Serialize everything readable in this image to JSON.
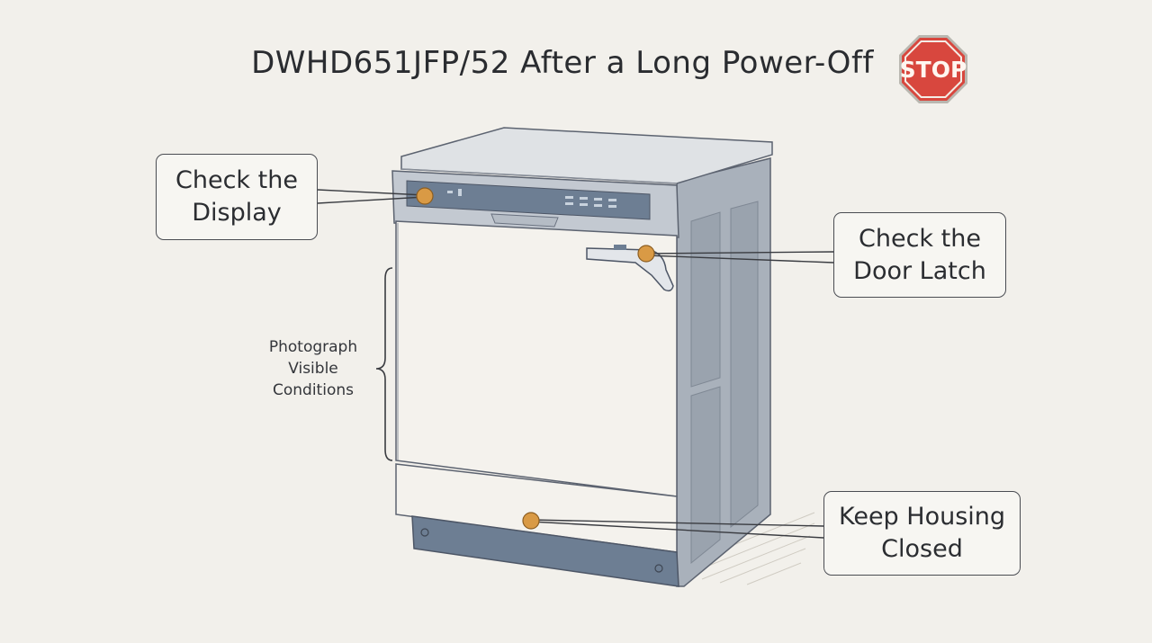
{
  "title": "DWHD651JFP/52 After a Long Power-Off",
  "stop_sign": {
    "text": "STOP",
    "color": "#d8473e"
  },
  "callouts": {
    "display": [
      "Check the",
      "Display"
    ],
    "door_latch": [
      "Check the",
      "Door Latch"
    ],
    "housing": [
      "Keep Housing",
      "Closed"
    ]
  },
  "side_label": [
    "Photograph",
    "Visible",
    "Conditions"
  ],
  "colors": {
    "background": "#f2f0eb",
    "marker": "#d99a45",
    "panel": "#6d7e93",
    "body_side": "#a9b1bb"
  }
}
